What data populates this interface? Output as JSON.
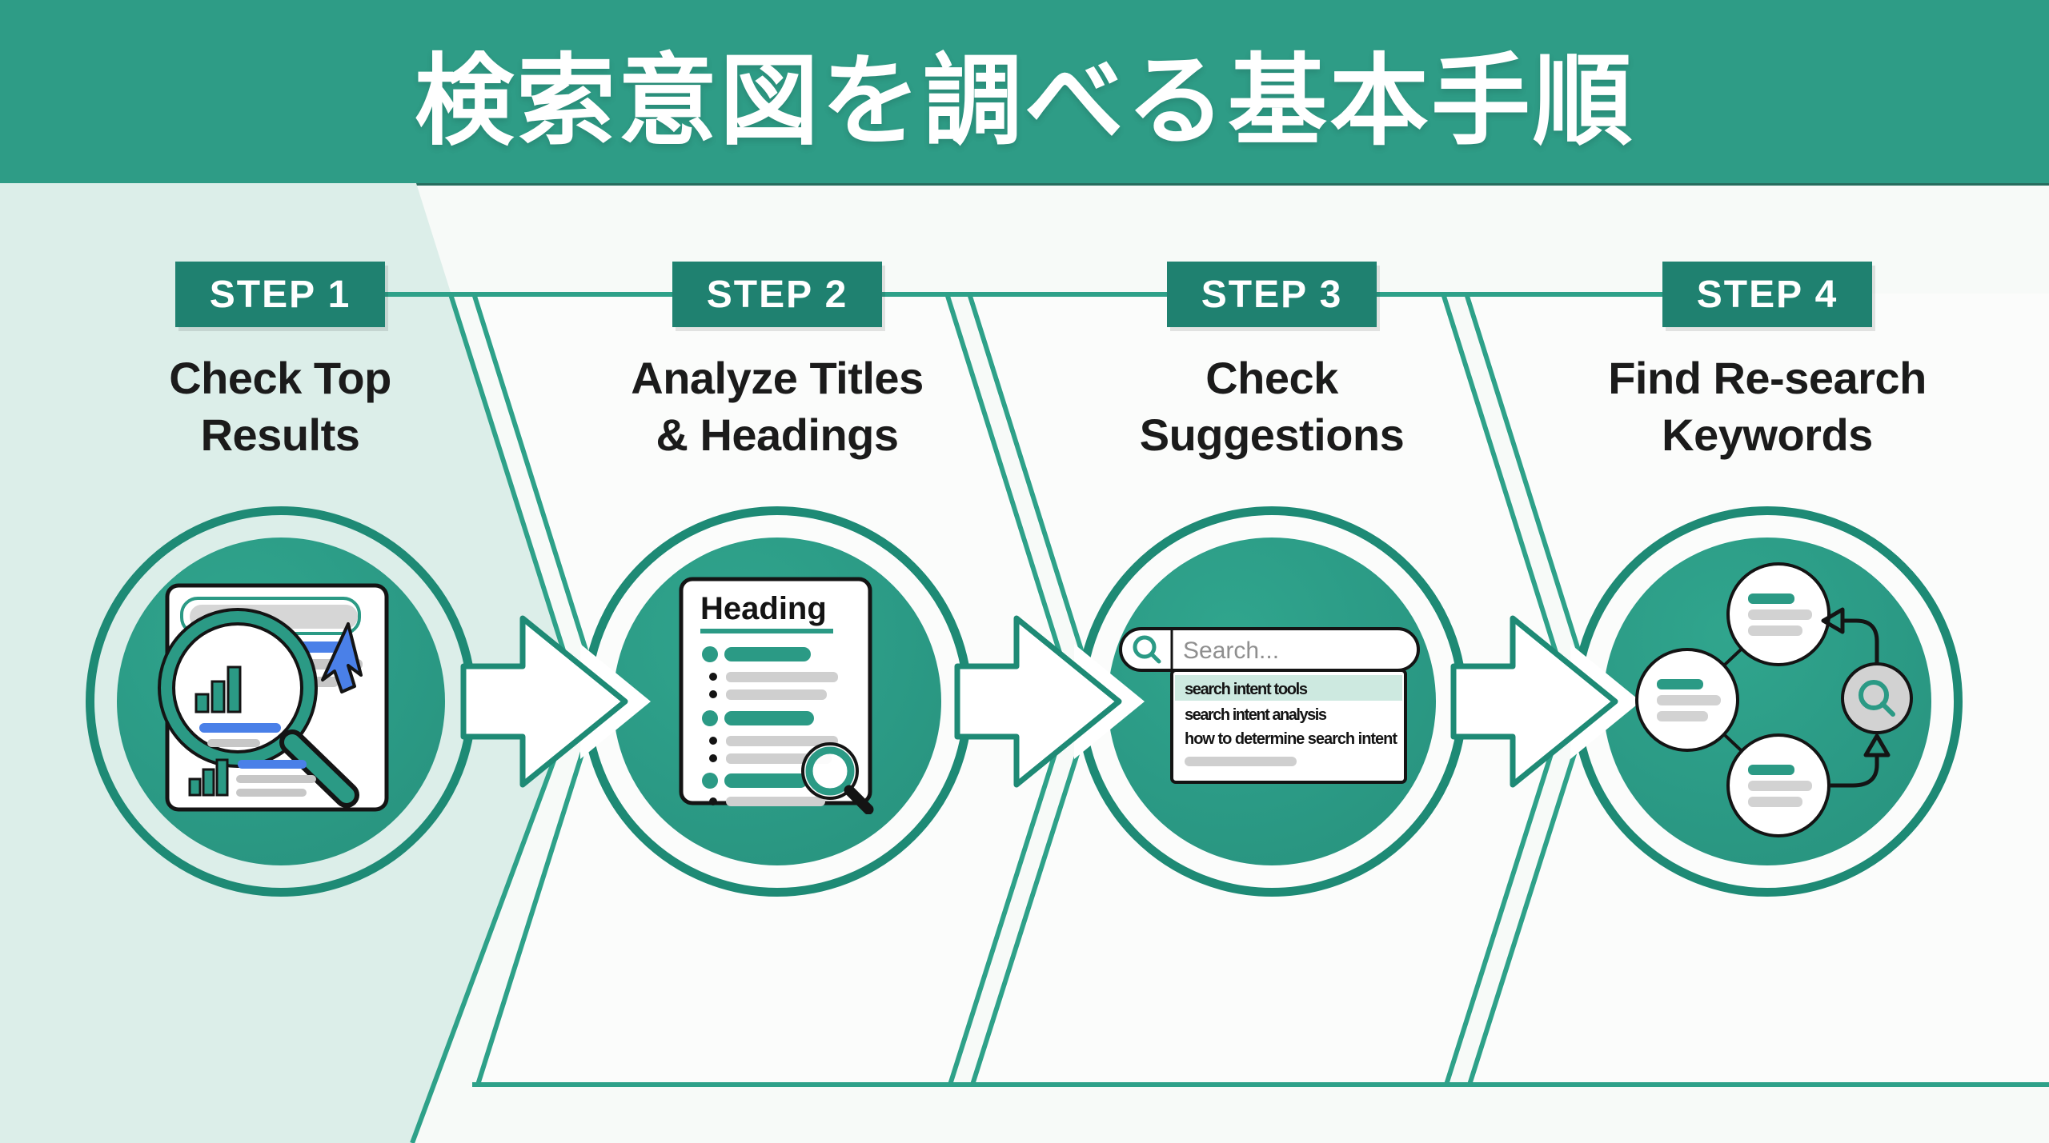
{
  "header": {
    "title": "検索意図を調べる基本手順"
  },
  "steps": [
    {
      "badge": "STEP 1",
      "title": "Check Top\nResults",
      "icon": "serp-document-magnifier-icon"
    },
    {
      "badge": "STEP 2",
      "title": "Analyze Titles\n& Headings",
      "icon": "heading-outline-document-icon"
    },
    {
      "badge": "STEP 3",
      "title": "Check\nSuggestions",
      "icon": "search-suggestions-icon"
    },
    {
      "badge": "STEP 4",
      "title": "Find Re-search\nKeywords",
      "icon": "keyword-cluster-cycle-icon"
    }
  ],
  "step2_icon": {
    "doc_title": "Heading"
  },
  "step3_icon": {
    "search_placeholder": "Search...",
    "suggestions": [
      "search intent tools",
      "search intent analysis",
      "how to determine search intent"
    ]
  },
  "colors": {
    "header_teal": "#2E9C86",
    "badge_teal": "#1F8170",
    "disc_teal": "#2B9A85",
    "ring_teal": "#1E8A75",
    "line_teal": "#2EA189",
    "mint_bg": "#DCEEE9",
    "panel_white": "#FBFCFB",
    "accent_blue": "#4A80E8",
    "gray_line": "#C9C9C9",
    "suggestion_highlight": "#CDE9E0",
    "text_dark": "#1B1B1B"
  }
}
